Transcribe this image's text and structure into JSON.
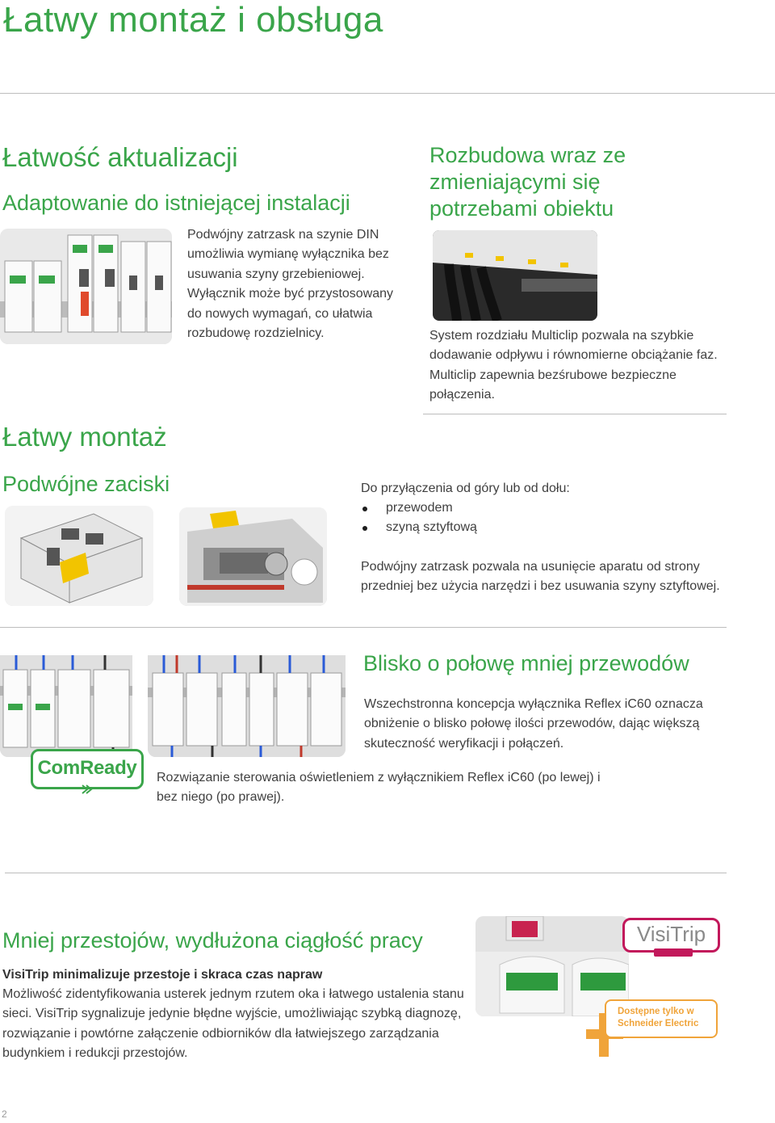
{
  "page_title": "Łatwy montaż i obsługa",
  "section1": {
    "heading": "Łatwość aktualizacji",
    "subheading": "Adaptowanie do istniejącej instalacji",
    "text": "Podwójny zatrzask na szynie DIN umożliwia wymianę wyłącznika bez usuwania szyny grzebieniowej. Wyłącznik może być przystosowany do nowych wymagań, co ułatwia rozbudowę rozdzielnicy."
  },
  "section2": {
    "heading": "Rozbudowa wraz ze zmieniającymi się potrzebami obiektu",
    "text": "System rozdziału Multiclip pozwala na szybkie dodawanie odpływu i równomierne obciążanie faz. Multiclip zapewnia bezśrubowe bezpieczne połączenia."
  },
  "section3": {
    "heading": "Łatwy montaż",
    "subheading": "Podwójne zaciski",
    "intro": "Do przyłączenia od góry lub od dołu:",
    "bullets": [
      "przewodem",
      "szyną sztyftową"
    ],
    "text": "Podwójny zatrzask pozwala na usunięcie aparatu od strony przedniej bez użycia narzędzi i bez usuwania szyny sztyftowej."
  },
  "section4": {
    "heading": "Blisko o połowę mniej przewodów",
    "text": "Wszechstronna koncepcja wyłącznika Reflex iC60 oznacza obniżenie o blisko połowę ilości przewodów, dając większą skuteczność weryfikacji i połączeń.",
    "badge": "ComReady",
    "caption": "Rozwiązanie sterowania oświetleniem z wyłącznikiem Reflex iC60 (po lewej) i bez niego (po prawej)."
  },
  "section5": {
    "heading": "Mniej przestojów, wydłużona ciągłość pracy",
    "lead": "VisiTrip minimalizuje przestoje i skraca czas napraw",
    "text": "Możliwość zidentyfikowania usterek jednym rzutem oka i łatwego ustalenia stanu sieci. VisiTrip sygnalizuje jedynie błędne wyjście, umożliwiając szybką diagnozę, rozwiązanie i powtórne załączenie odbiorników dla łatwiejszego zarządzania budynkiem i redukcji przestojów.",
    "logo": "VisiTrip",
    "availability": "Dostępne tylko w Schneider Electric"
  },
  "page_number": "2",
  "colors": {
    "accent_green": "#3aa54a",
    "visitrip_magenta": "#c2185b",
    "availability_orange": "#f0a43a"
  }
}
